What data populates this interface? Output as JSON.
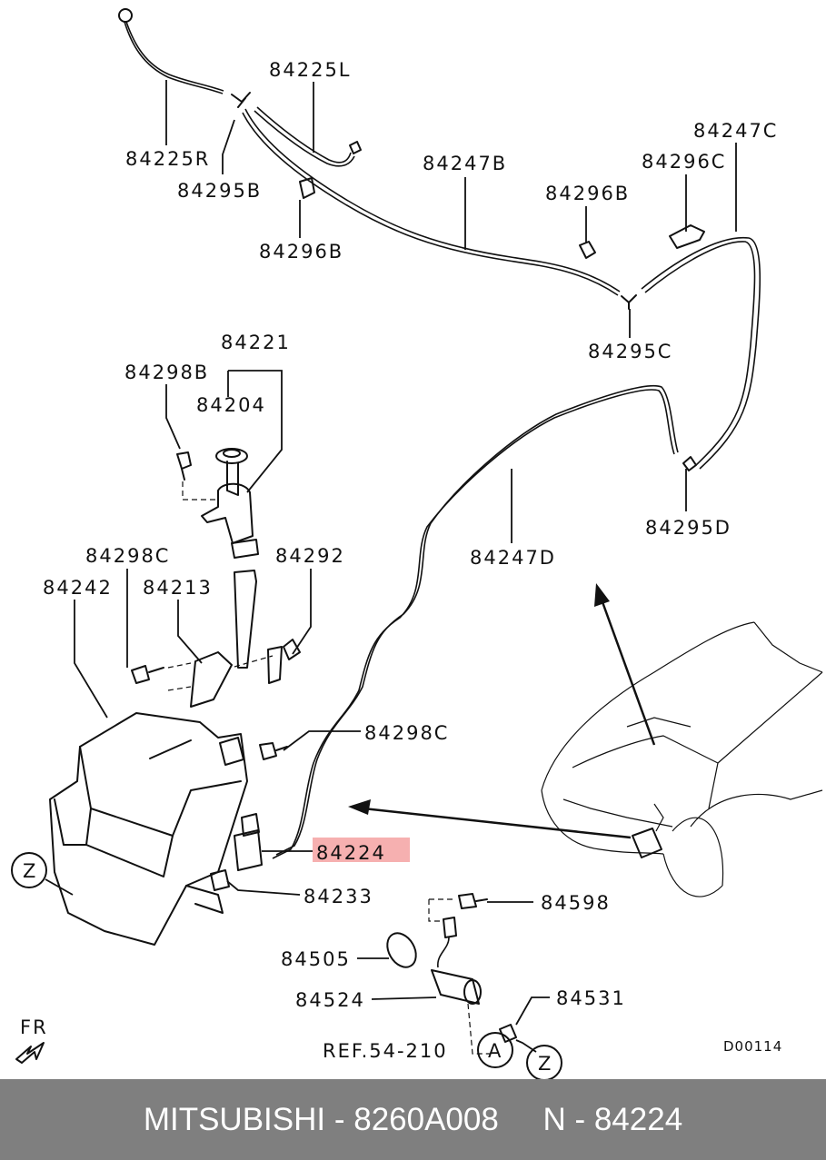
{
  "callouts": {
    "c84225L": "84225L",
    "c84225R": "84225R",
    "c84295B": "84295B",
    "c84296B_a": "84296B",
    "c84247B": "84247B",
    "c84296B_b": "84296B",
    "c84296C": "84296C",
    "c84247C": "84247C",
    "c84295C": "84295C",
    "c84221": "84221",
    "c84298B": "84298B",
    "c84204": "84204",
    "c84295D": "84295D",
    "c84247D": "84247D",
    "c84298C_a": "84298C",
    "c84292": "84292",
    "c84242": "84242",
    "c84213": "84213",
    "c84298C_b": "84298C",
    "c84224": "84224",
    "c84233": "84233",
    "c84598": "84598",
    "c84505": "84505",
    "c84524": "84524",
    "c84531": "84531",
    "ref": "REF.54-210"
  },
  "markers": {
    "z1": "Z",
    "z2": "Z",
    "a": "A"
  },
  "fr_label": "FR",
  "diagram_code": "D00114",
  "highlight_color": "#f6b0b0",
  "footer": {
    "text": "MITSUBISHI - 8260A008     N - 84224"
  }
}
